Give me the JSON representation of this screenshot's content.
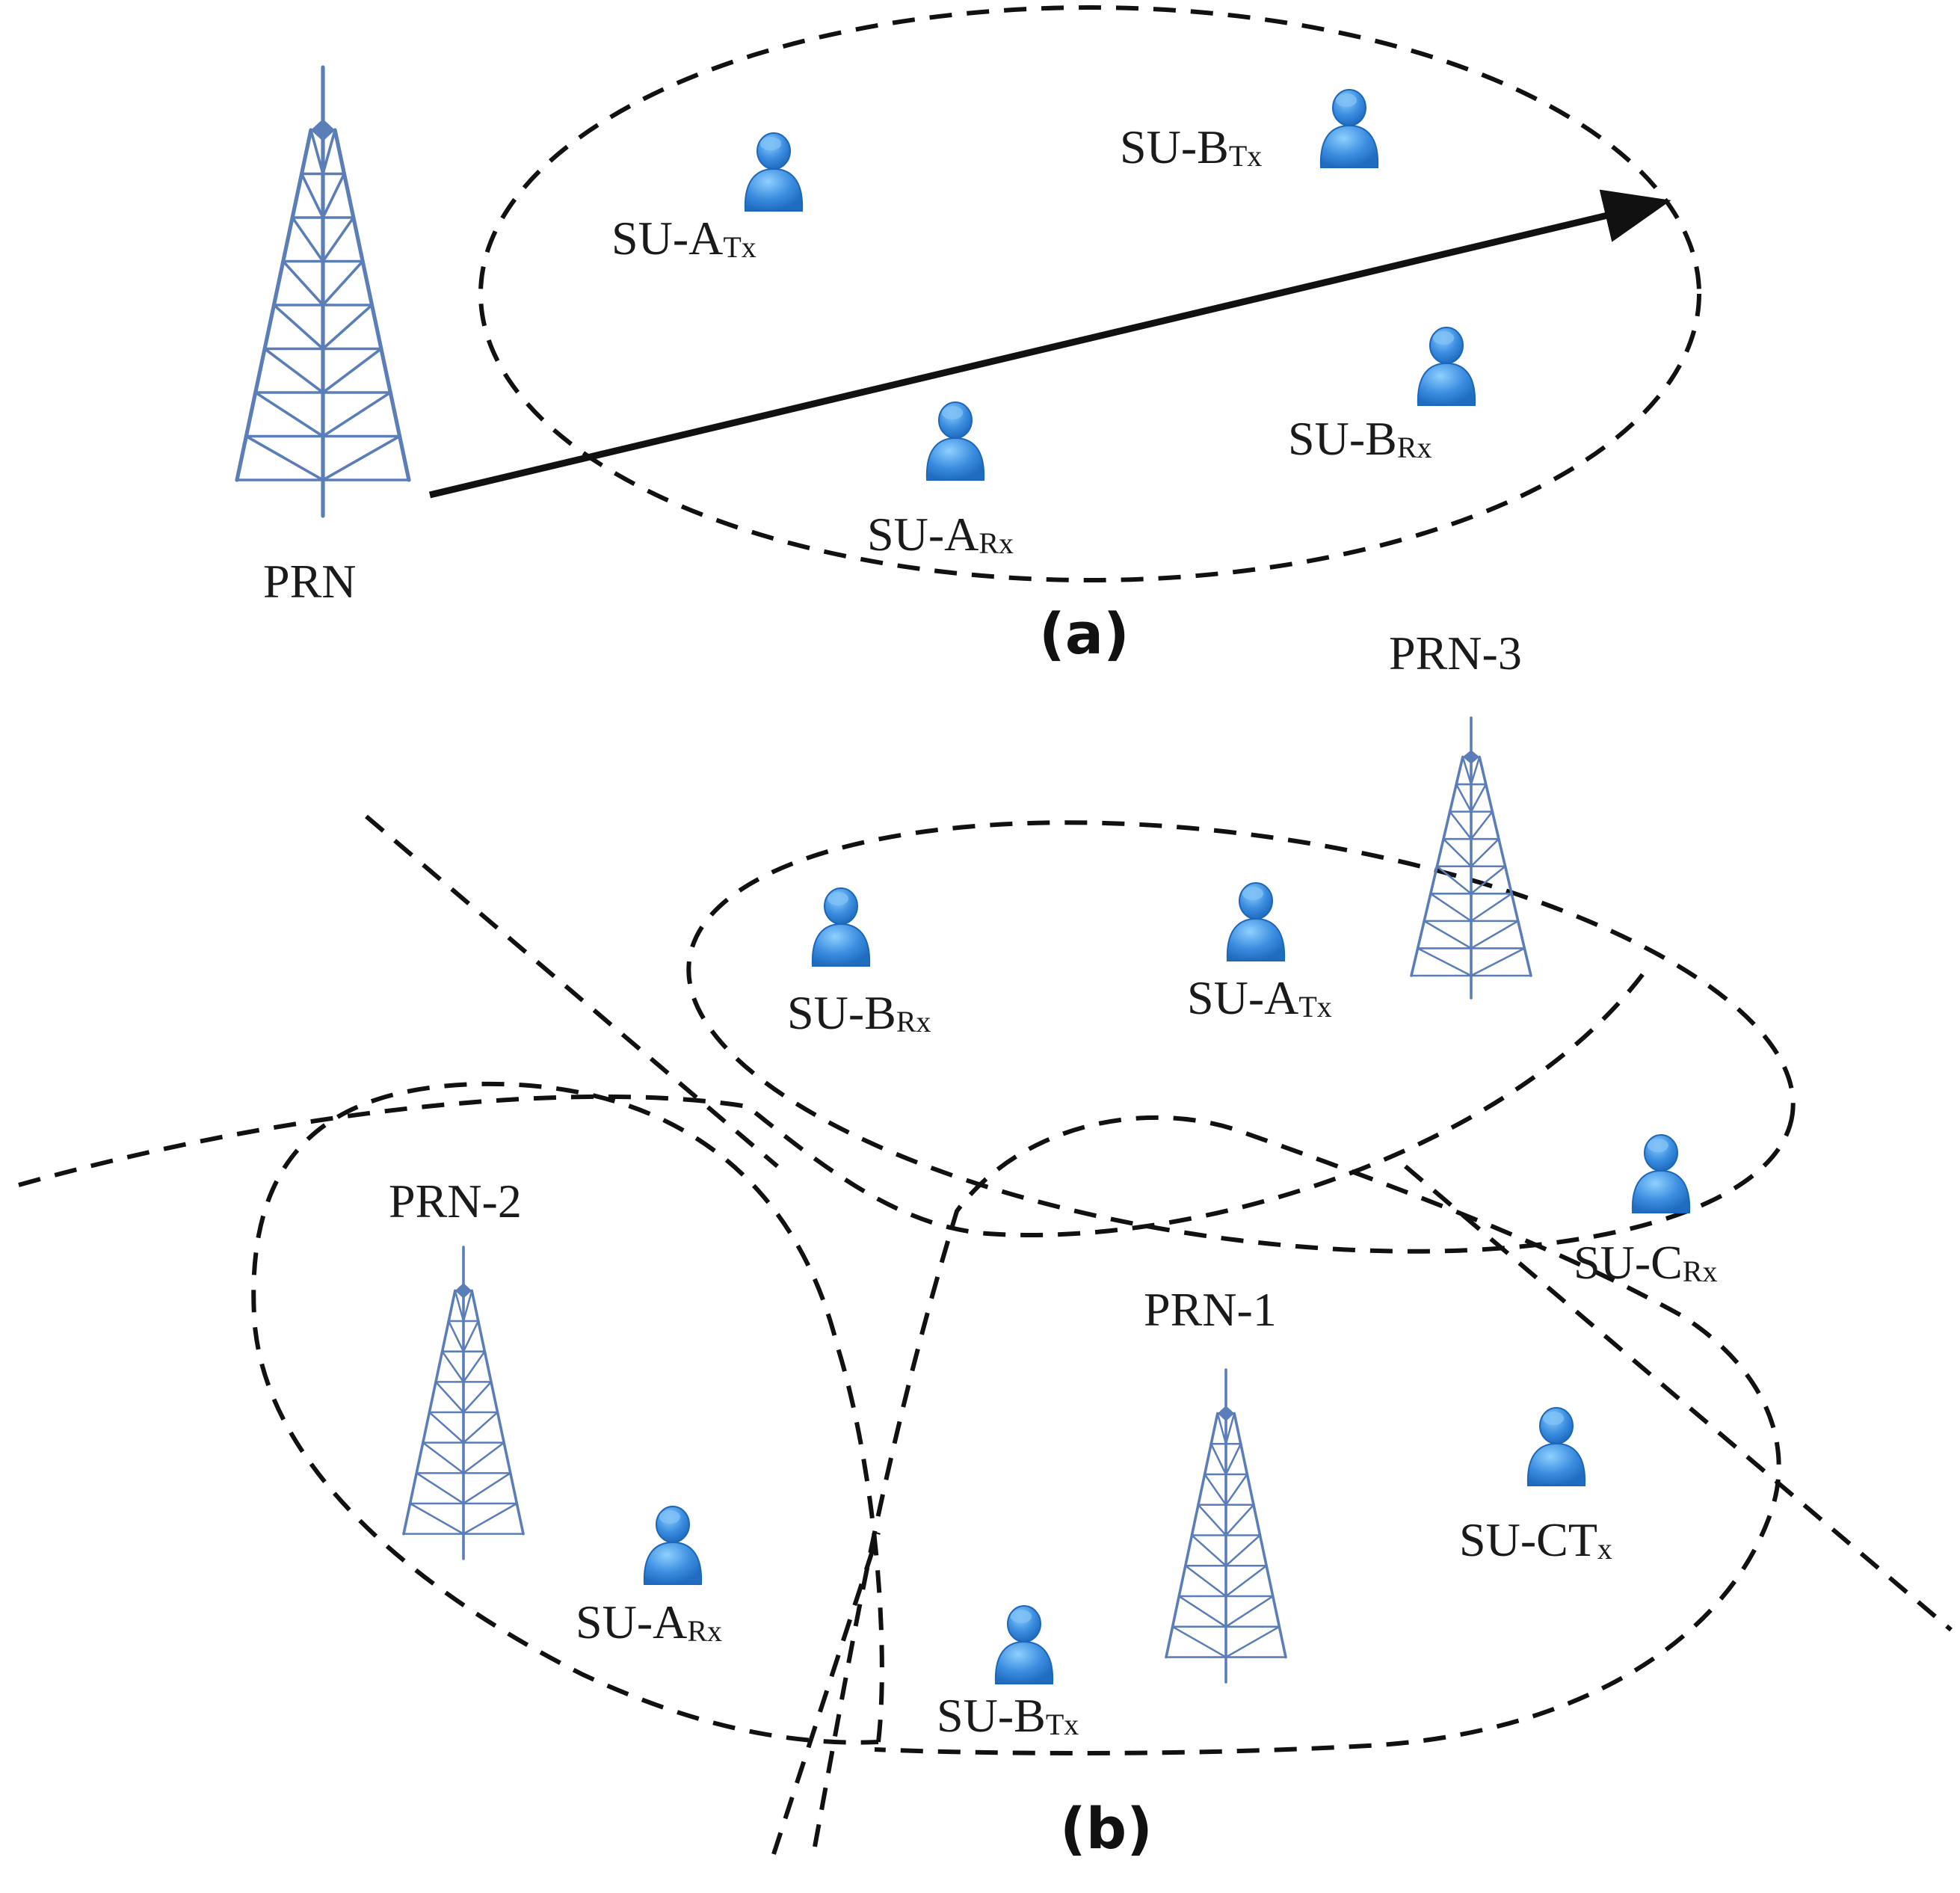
{
  "panel_a": {
    "caption": "(a)",
    "tower_label": "PRN",
    "users": [
      {
        "main": "SU-A",
        "sub": "Tx"
      },
      {
        "main": "SU-B",
        "sub": "Tx"
      },
      {
        "main": "SU-B",
        "sub": "Rx"
      },
      {
        "main": "SU-A",
        "sub": "Rx"
      }
    ]
  },
  "panel_b": {
    "caption": "(b)",
    "tower_labels": [
      "PRN-3",
      "PRN-2",
      "PRN-1"
    ],
    "users": [
      {
        "main": "SU-B",
        "sub": "Rx"
      },
      {
        "main": "SU-A",
        "sub": "Tx"
      },
      {
        "main": "SU-C",
        "sub": "Rx"
      },
      {
        "main": "SU-CT",
        "sub": "x"
      },
      {
        "main": "SU-A",
        "sub": "Rx"
      },
      {
        "main": "SU-B",
        "sub": "Tx"
      }
    ]
  },
  "colors": {
    "tower": "#5b7db8",
    "user_body": "#3b8de0",
    "user_highlight": "#7fc0f5",
    "line": "#111111"
  },
  "icons": [
    "transmission-tower-icon",
    "user-icon"
  ]
}
